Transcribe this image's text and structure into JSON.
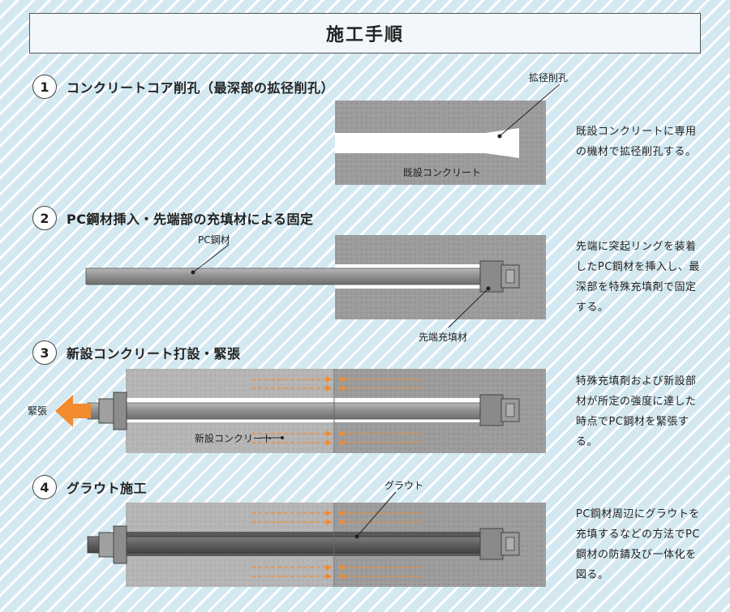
{
  "title": "施工手順",
  "steps": [
    {
      "num": "1",
      "title": "コンクリートコア削孔（最深部の拡径削孔）",
      "desc": "既設コンクリートに専用の機材で拡径削孔する。",
      "labels": {
        "enlarged_hole": "拡径削孔",
        "existing_concrete": "既設コンクリート"
      }
    },
    {
      "num": "2",
      "title": "PC鋼材挿入・先端部の充填材による固定",
      "desc": "先端に突起リングを装着したPC鋼材を挿入し、最深部を特殊充填剤で固定する。",
      "labels": {
        "pc_steel": "PC鋼材",
        "tip_filler": "先端充填材"
      }
    },
    {
      "num": "3",
      "title": "新設コンクリート打設・緊張",
      "desc": "特殊充填剤および新設部材が所定の強度に達した時点でPC鋼材を緊張する。",
      "labels": {
        "tension": "緊張",
        "new_concrete": "新設コンクリート"
      }
    },
    {
      "num": "4",
      "title": "グラウト施工",
      "desc": "PC鋼材周辺にグラウトを充填するなどの方法でPC鋼材の防錆及び一体化を図る。",
      "labels": {
        "grout": "グラウト"
      }
    }
  ],
  "colors": {
    "existing_concrete": "#9a9a9a",
    "new_concrete": "#b4b4b4",
    "steel": "#8c8c8c",
    "arrow": "#f28a2e",
    "grout": "#555555"
  }
}
